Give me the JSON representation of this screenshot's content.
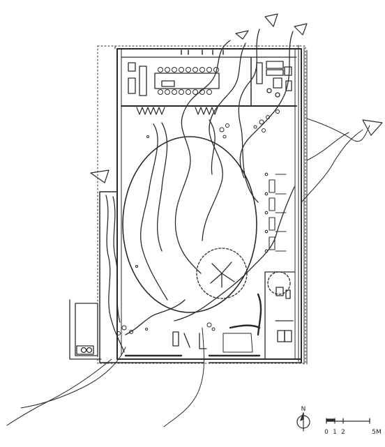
{
  "north_arrow": {
    "label": "N"
  },
  "scale_bar": {
    "tick_0": "0",
    "tick_1": "1",
    "tick_2": "2",
    "tick_end": "5M"
  },
  "colors": {
    "ink": "#2a2a2a",
    "paper": "#ffffff"
  }
}
